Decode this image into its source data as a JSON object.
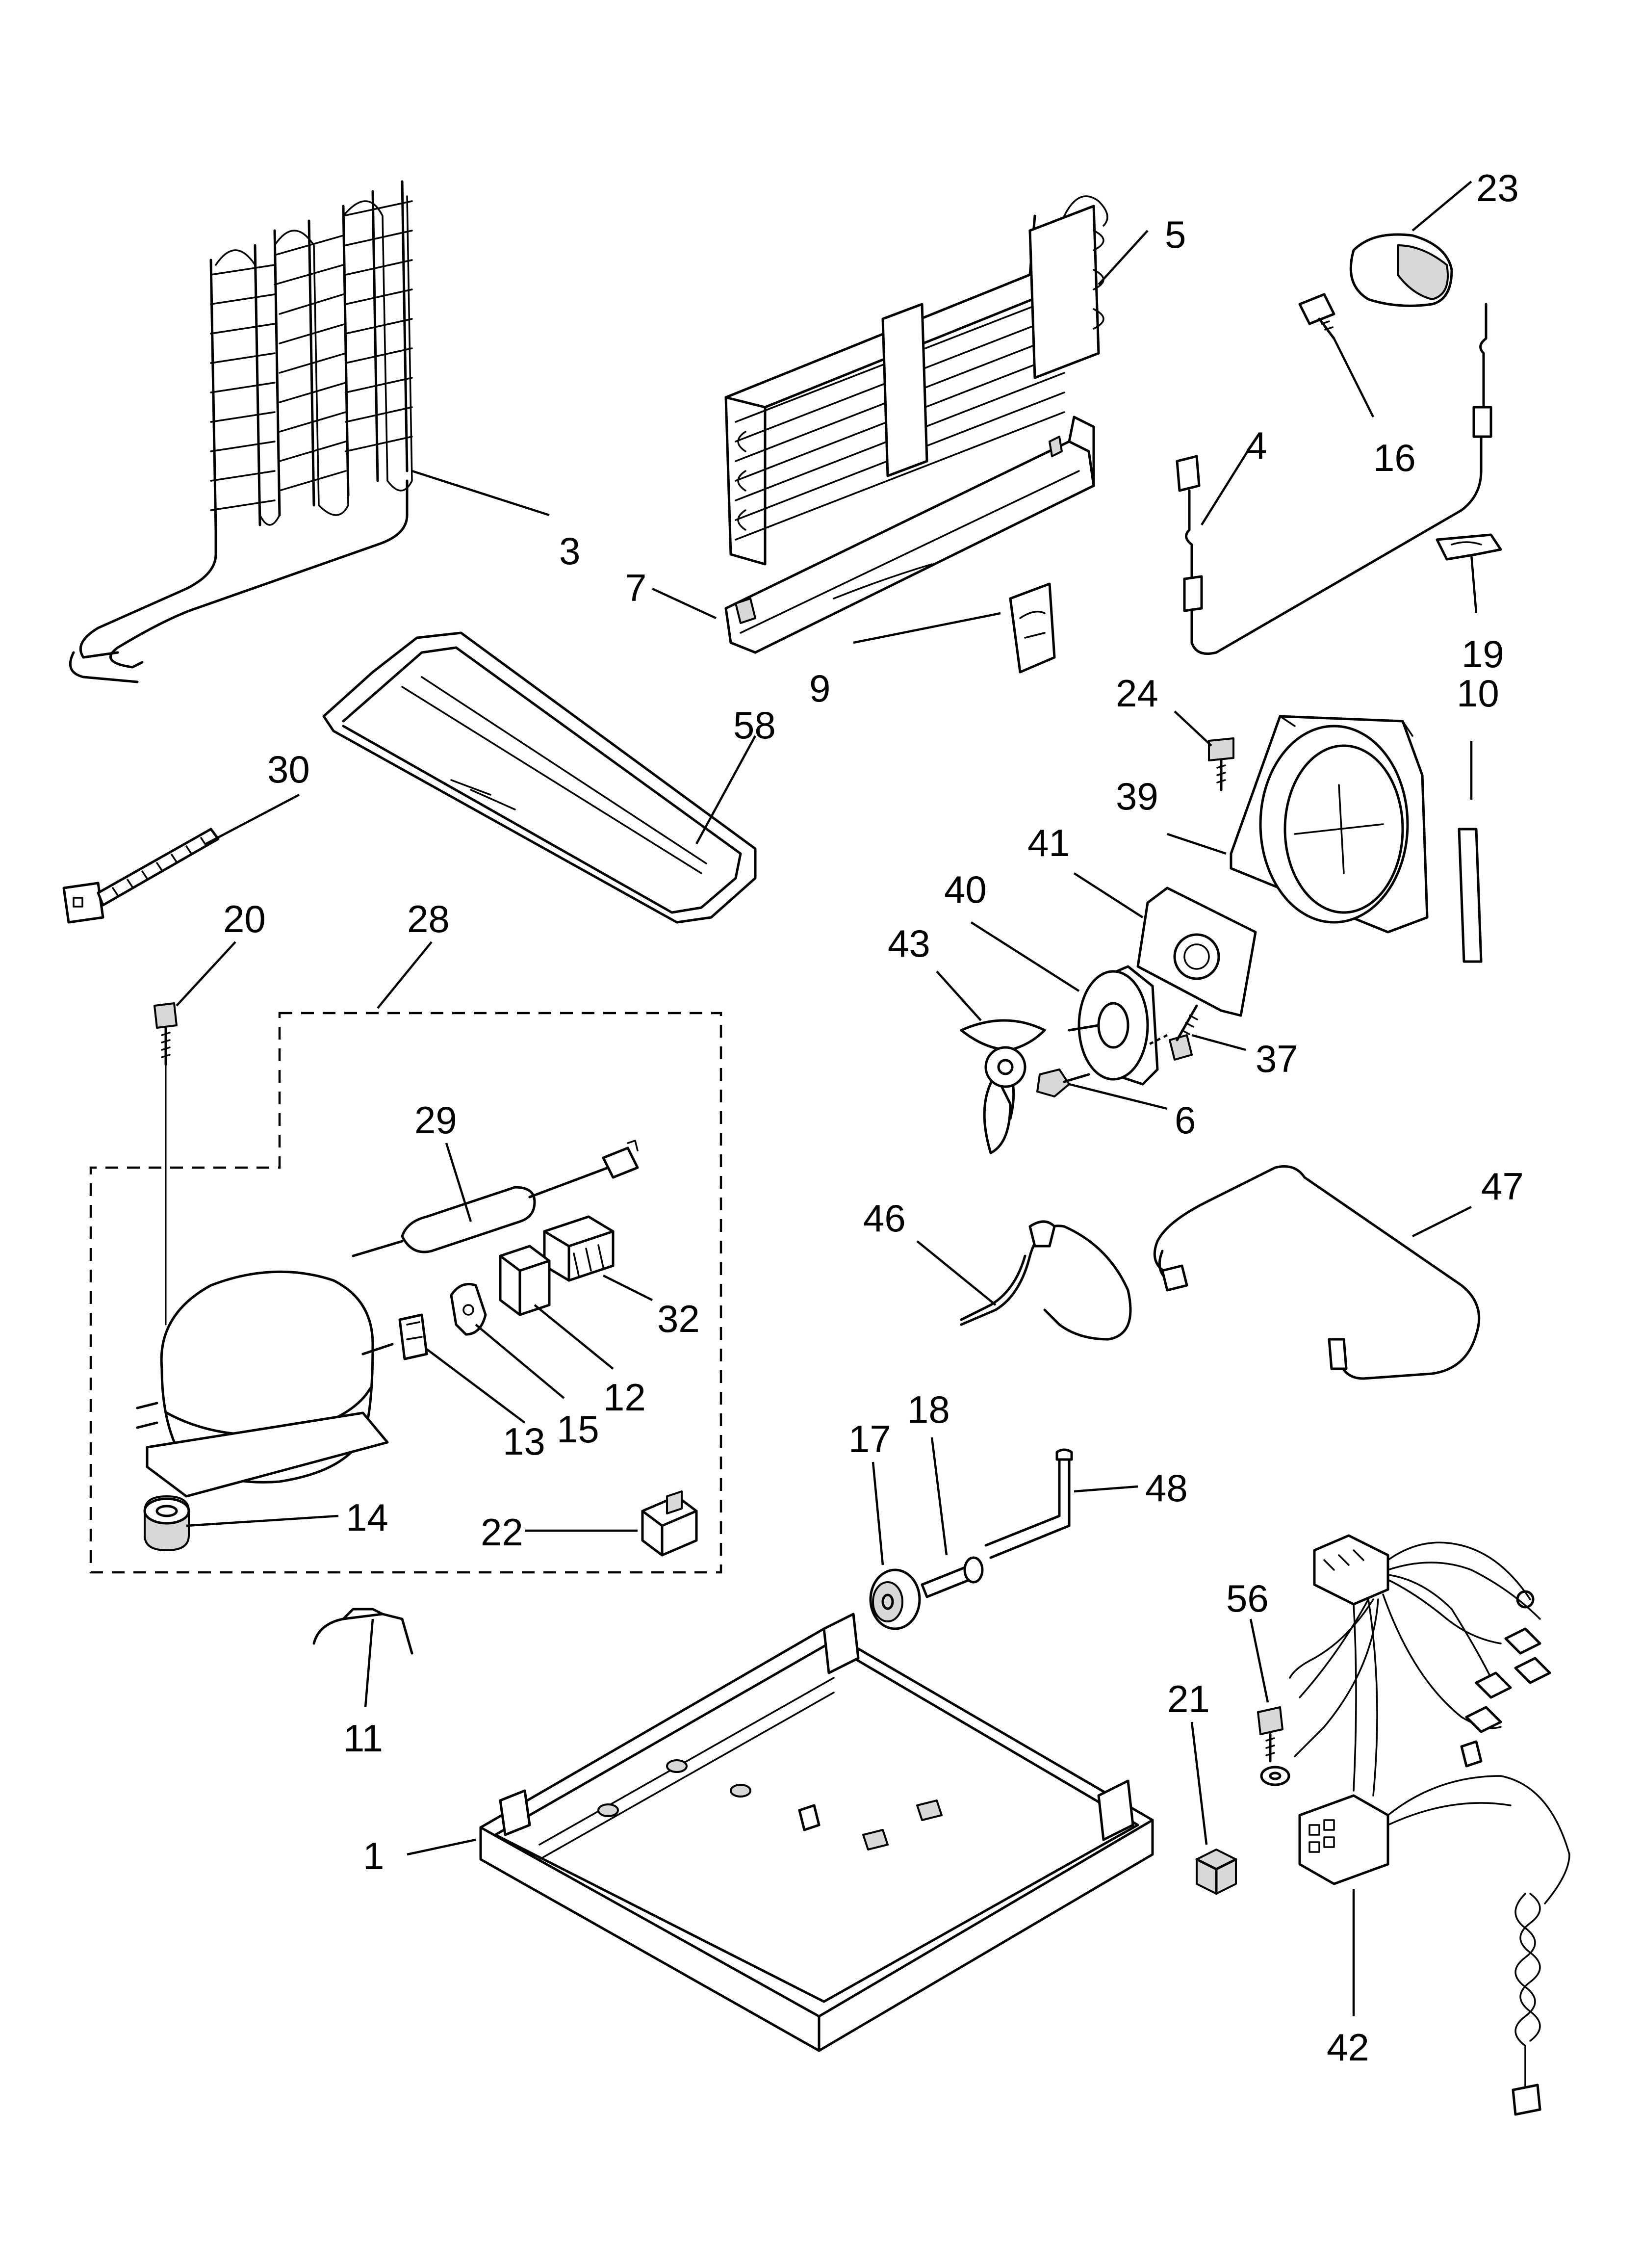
{
  "diagram": {
    "callouts": [
      {
        "key": "condenser",
        "label": "3"
      },
      {
        "key": "evaporator",
        "label": "5"
      },
      {
        "key": "drain-trough",
        "label": "7"
      },
      {
        "key": "clip-9",
        "label": "9"
      },
      {
        "key": "cap-23",
        "label": "23"
      },
      {
        "key": "screw-16",
        "label": "16"
      },
      {
        "key": "sensor-4",
        "label": "4"
      },
      {
        "key": "clip-19",
        "label": "19"
      },
      {
        "key": "screw-24",
        "label": "24"
      },
      {
        "key": "strip-10",
        "label": "10"
      },
      {
        "key": "shroud-39",
        "label": "39"
      },
      {
        "key": "plate-41",
        "label": "41"
      },
      {
        "key": "motor-40",
        "label": "40"
      },
      {
        "key": "fan-43",
        "label": "43"
      },
      {
        "key": "screw-37",
        "label": "37"
      },
      {
        "key": "nut-6",
        "label": "6"
      },
      {
        "key": "drain-pan-58",
        "label": "58"
      },
      {
        "key": "tie-30",
        "label": "30"
      },
      {
        "key": "screw-20",
        "label": "20"
      },
      {
        "key": "kit-28",
        "label": "28"
      },
      {
        "key": "drier-29",
        "label": "29"
      },
      {
        "key": "relay-32",
        "label": "32"
      },
      {
        "key": "overload-12",
        "label": "12"
      },
      {
        "key": "cover-15",
        "label": "15"
      },
      {
        "key": "clip-13",
        "label": "13"
      },
      {
        "key": "grommet-14",
        "label": "14"
      },
      {
        "key": "connector-22",
        "label": "22"
      },
      {
        "key": "clip-11",
        "label": "11"
      },
      {
        "key": "tube-46",
        "label": "46"
      },
      {
        "key": "tube-47",
        "label": "47"
      },
      {
        "key": "wheel-17",
        "label": "17"
      },
      {
        "key": "axle-18",
        "label": "18"
      },
      {
        "key": "tube-48",
        "label": "48"
      },
      {
        "key": "screw-56",
        "label": "56"
      },
      {
        "key": "nut-21",
        "label": "21"
      },
      {
        "key": "base-1",
        "label": "1"
      },
      {
        "key": "harness-42",
        "label": "42"
      }
    ]
  }
}
